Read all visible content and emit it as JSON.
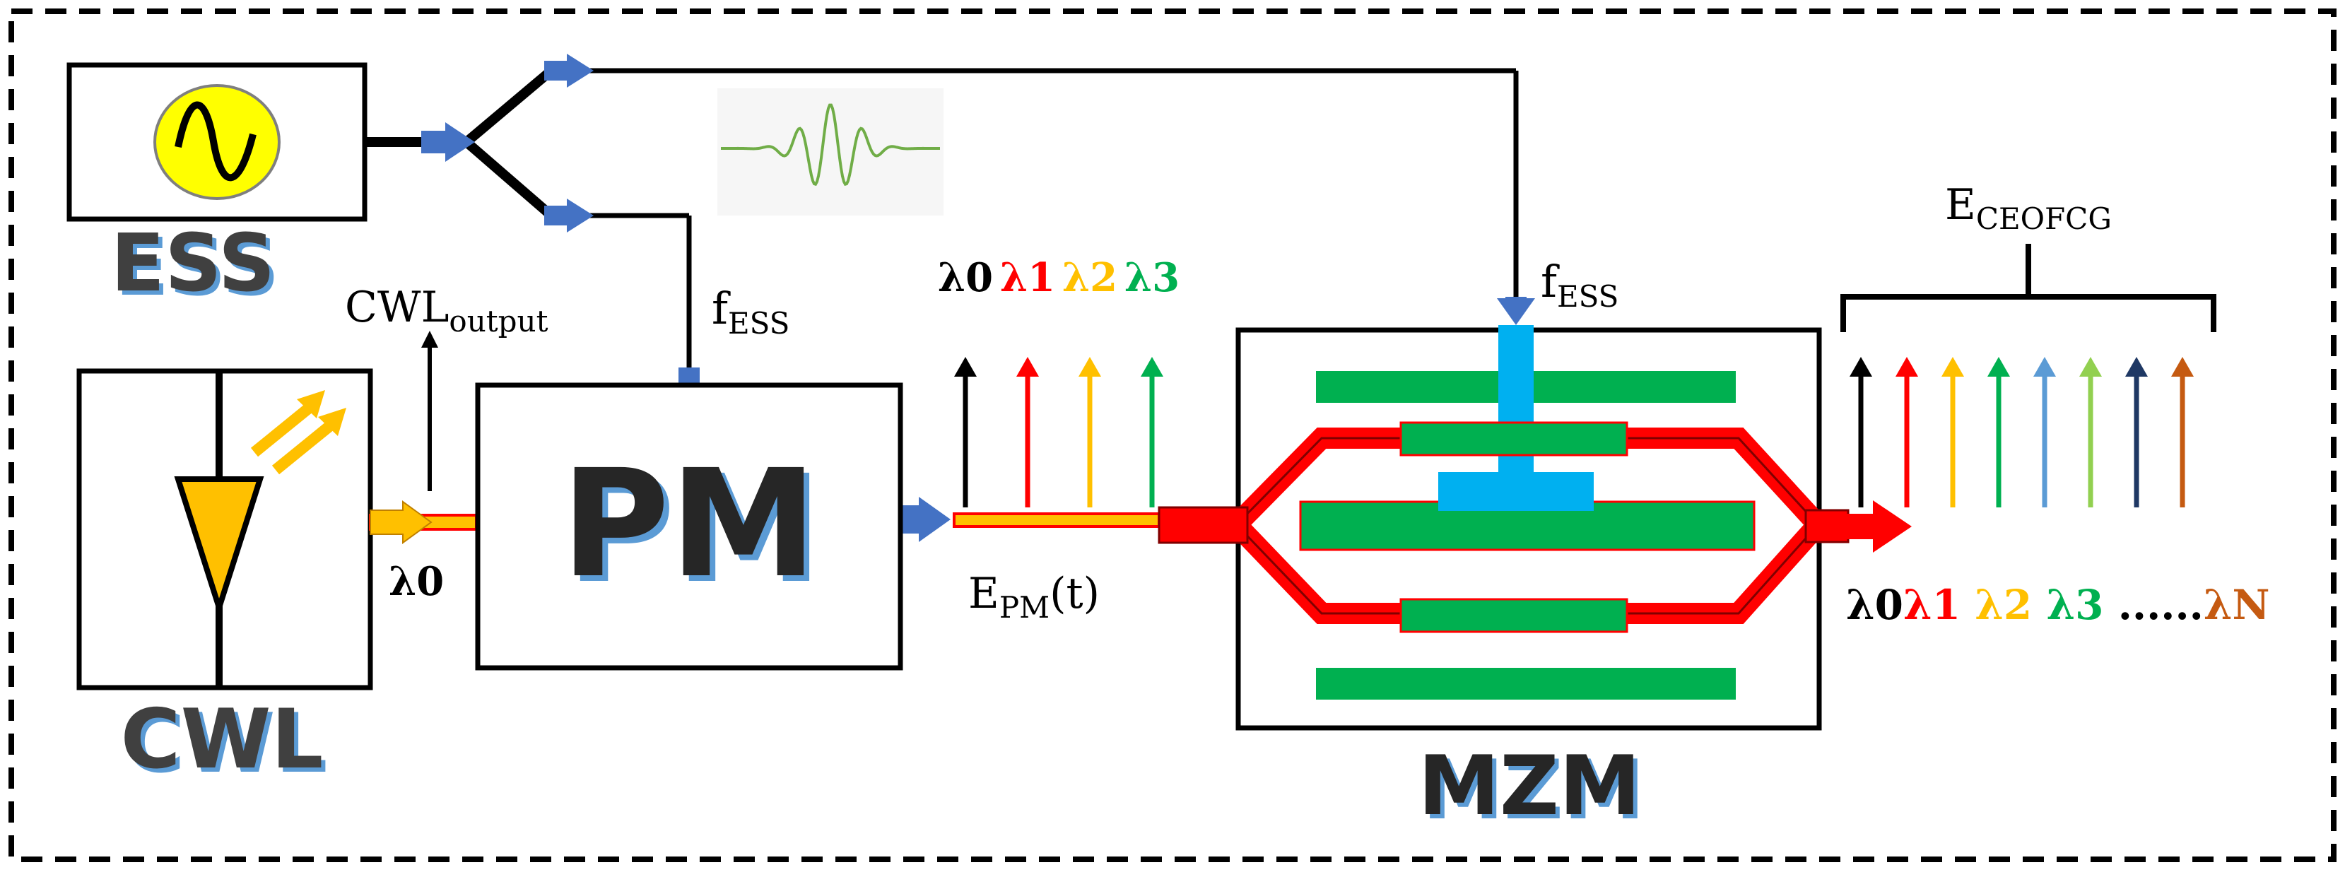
{
  "blocks": {
    "ess_label": "ESS",
    "cwl_label": "CWL",
    "pm_label": "PM",
    "mzm_label": "MZM"
  },
  "signals": {
    "cwl_output_main": "CWL",
    "cwl_output_sub": "output",
    "f_ess_main": "f",
    "f_ess_sub": "ESS",
    "lambda0_input": "λ0",
    "epm_main": "E",
    "epm_sub": "PM",
    "epm_tail": "(t)",
    "eceofcg_main": "E",
    "eceofcg_sub": "CEOFCG"
  },
  "pm_output_lines": [
    {
      "label": "λ0",
      "color": "#000000"
    },
    {
      "label": "λ1",
      "color": "#ff0000"
    },
    {
      "label": "λ2",
      "color": "#ffc000"
    },
    {
      "label": "λ3",
      "color": "#00b050"
    }
  ],
  "comb_lines": [
    {
      "color": "#000000"
    },
    {
      "color": "#ff0000"
    },
    {
      "color": "#ffc000"
    },
    {
      "color": "#00b050"
    },
    {
      "color": "#5b9bd5"
    },
    {
      "color": "#92d050"
    },
    {
      "color": "#1f3864"
    },
    {
      "color": "#c55a11"
    }
  ],
  "comb_labels": [
    {
      "text": "λ0",
      "color": "#000000"
    },
    {
      "text": "λ1",
      "color": "#ff0000"
    },
    {
      "text": "λ2",
      "color": "#ffc000"
    },
    {
      "text": "λ3",
      "color": "#00b050"
    },
    {
      "text": "......",
      "color": "#000000"
    },
    {
      "text": "λN",
      "color": "#c55a11"
    }
  ],
  "colors": {
    "arrow_blue": "#4472c4",
    "sine_fill": "#ffff00",
    "laser_orange": "#ffc000",
    "waveguide_red": "#ff0000",
    "electrode_green": "#00b050",
    "electrode_blue": "#00b0f0",
    "pulse_green": "#70ad47",
    "shadow_blue": "#5b9bd5"
  }
}
